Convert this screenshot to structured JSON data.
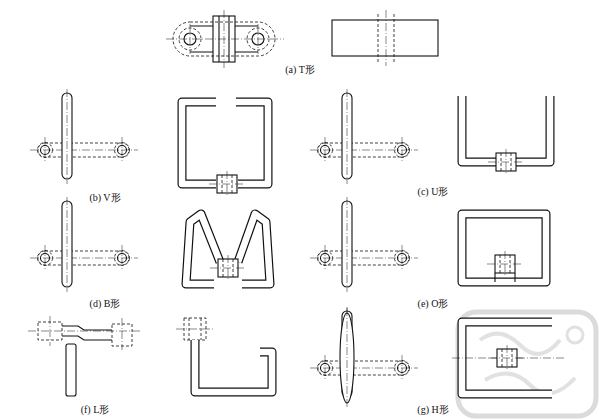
{
  "diagram": {
    "labels": [
      "(a) T形",
      "(b) V形",
      "(c) U形",
      "(d) B形",
      "(e) O形",
      "(f) L形",
      "(g) H形"
    ]
  }
}
